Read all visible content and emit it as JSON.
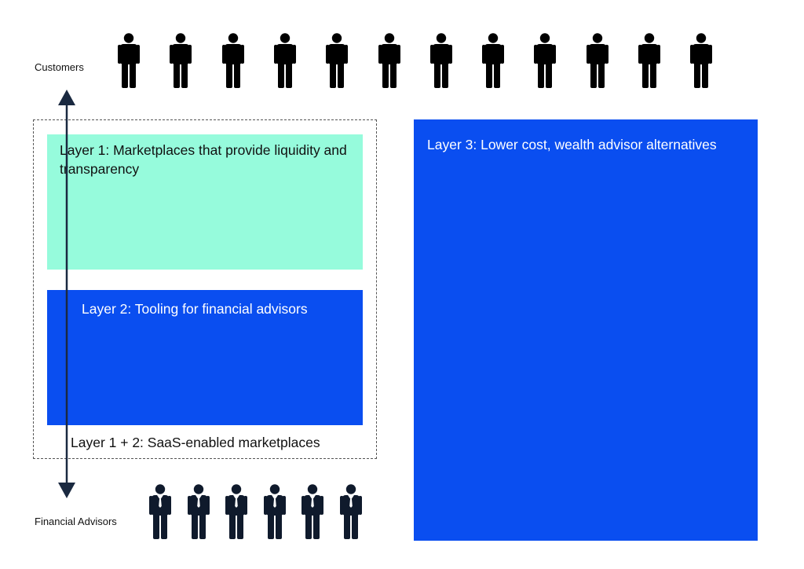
{
  "labels": {
    "customers": "Customers",
    "advisors": "Financial Advisors",
    "combined": "Layer 1 + 2: SaaS-enabled marketplaces"
  },
  "layers": {
    "layer1": "Layer 1: Marketplaces that provide liquidity and transparency",
    "layer2": "Layer 2: Tooling for financial advisors",
    "layer3": "Layer 3: Lower cost, wealth advisor alternatives"
  },
  "colors": {
    "layer1_fill": "#96fbdc",
    "layer2_fill": "#0a4ef0",
    "layer3_fill": "#0a4ef0",
    "arrow": "#1a2940",
    "customer_icon": "#000000",
    "advisor_icon": "#0f1a2c"
  },
  "icons": {
    "customer": "person-icon",
    "advisor": "business-person-icon"
  },
  "counts": {
    "customers": 12,
    "advisors": 6
  }
}
